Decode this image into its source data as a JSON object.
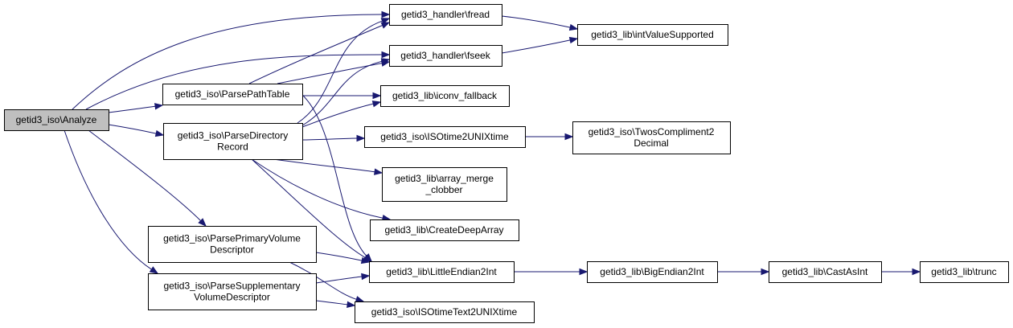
{
  "graph": {
    "colors": {
      "edge": "#191970",
      "root_fill": "#bfbfbf",
      "node_fill": "#ffffff",
      "border": "#000000"
    },
    "nodes": [
      {
        "id": "analyze",
        "lines": [
          "getid3_iso\\Analyze"
        ],
        "root": true
      },
      {
        "id": "parsepathtable",
        "lines": [
          "getid3_iso\\ParsePathTable"
        ]
      },
      {
        "id": "parsedirrecord",
        "lines": [
          "getid3_iso\\ParseDirectory",
          "Record"
        ]
      },
      {
        "id": "parseprimary",
        "lines": [
          "getid3_iso\\ParsePrimaryVolume",
          "Descriptor"
        ]
      },
      {
        "id": "parsesupp",
        "lines": [
          "getid3_iso\\ParseSupplementary",
          "VolumeDescriptor"
        ]
      },
      {
        "id": "fread",
        "lines": [
          "getid3_handler\\fread"
        ]
      },
      {
        "id": "fseek",
        "lines": [
          "getid3_handler\\fseek"
        ]
      },
      {
        "id": "iconv",
        "lines": [
          "getid3_lib\\iconv_fallback"
        ]
      },
      {
        "id": "isotime2unix",
        "lines": [
          "getid3_iso\\ISOtime2UNIXtime"
        ]
      },
      {
        "id": "arraymerge",
        "lines": [
          "getid3_lib\\array_merge",
          "_clobber"
        ]
      },
      {
        "id": "createdeep",
        "lines": [
          "getid3_lib\\CreateDeepArray"
        ]
      },
      {
        "id": "little2int",
        "lines": [
          "getid3_lib\\LittleEndian2Int"
        ]
      },
      {
        "id": "isotimetext",
        "lines": [
          "getid3_iso\\ISOtimeText2UNIXtime"
        ]
      },
      {
        "id": "intvalue",
        "lines": [
          "getid3_lib\\intValueSupported"
        ]
      },
      {
        "id": "twoscompl",
        "lines": [
          "getid3_iso\\TwosCompliment2",
          "Decimal"
        ]
      },
      {
        "id": "big2int",
        "lines": [
          "getid3_lib\\BigEndian2Int"
        ]
      },
      {
        "id": "castasint",
        "lines": [
          "getid3_lib\\CastAsInt"
        ]
      },
      {
        "id": "trunc",
        "lines": [
          "getid3_lib\\trunc"
        ]
      }
    ],
    "edges": [
      {
        "from": "analyze",
        "to": "fread"
      },
      {
        "from": "analyze",
        "to": "fseek"
      },
      {
        "from": "analyze",
        "to": "parsepathtable"
      },
      {
        "from": "analyze",
        "to": "parsedirrecord"
      },
      {
        "from": "analyze",
        "to": "parseprimary"
      },
      {
        "from": "analyze",
        "to": "parsesupp"
      },
      {
        "from": "parsepathtable",
        "to": "fread"
      },
      {
        "from": "parsepathtable",
        "to": "fseek"
      },
      {
        "from": "parsepathtable",
        "to": "iconv"
      },
      {
        "from": "parsepathtable",
        "to": "little2int"
      },
      {
        "from": "parsedirrecord",
        "to": "fread"
      },
      {
        "from": "parsedirrecord",
        "to": "fseek"
      },
      {
        "from": "parsedirrecord",
        "to": "iconv"
      },
      {
        "from": "parsedirrecord",
        "to": "isotime2unix"
      },
      {
        "from": "parsedirrecord",
        "to": "arraymerge"
      },
      {
        "from": "parsedirrecord",
        "to": "createdeep"
      },
      {
        "from": "parsedirrecord",
        "to": "little2int"
      },
      {
        "from": "parseprimary",
        "to": "little2int"
      },
      {
        "from": "parseprimary",
        "to": "isotimetext"
      },
      {
        "from": "parsesupp",
        "to": "little2int"
      },
      {
        "from": "parsesupp",
        "to": "isotimetext"
      },
      {
        "from": "fread",
        "to": "intvalue"
      },
      {
        "from": "fseek",
        "to": "intvalue"
      },
      {
        "from": "isotime2unix",
        "to": "twoscompl"
      },
      {
        "from": "little2int",
        "to": "big2int"
      },
      {
        "from": "big2int",
        "to": "castasint"
      },
      {
        "from": "castasint",
        "to": "trunc"
      }
    ]
  }
}
